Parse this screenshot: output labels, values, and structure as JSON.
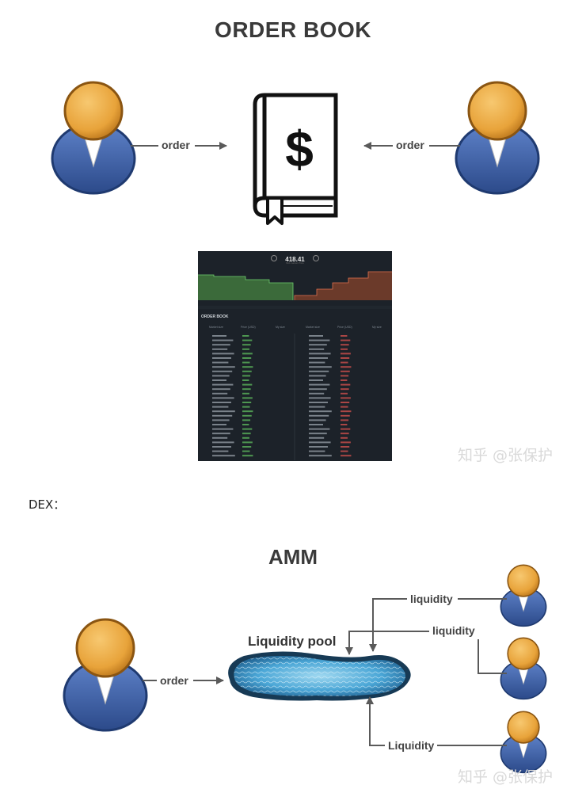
{
  "order_book_section": {
    "title": "ORDER BOOK",
    "left_arrow_label": "order",
    "right_arrow_label": "order",
    "book_icon": "dollar-book-icon",
    "screenshot": {
      "price": "418.41",
      "subtitle": "Mid-market Price",
      "panel_title": "ORDER BOOK",
      "col_market_size": "Market size",
      "col_price": "Price (USD)",
      "col_my_size": "My size"
    }
  },
  "dex_label": "DEX：",
  "amm_section": {
    "title": "AMM",
    "pool_label": "Liquidity pool",
    "order_label": "order",
    "liquidity_label_1": "liquidity",
    "liquidity_label_2": "liquidity",
    "liquidity_label_3": "Liquidity"
  },
  "watermark_1": "知乎 @张保护",
  "watermark_2": "知乎 @张保护",
  "colors": {
    "arrow": "#5a5a5a",
    "person_head": "#e8a33a",
    "person_body": "#3f62a8",
    "pool_water": "#4aa6d6"
  }
}
